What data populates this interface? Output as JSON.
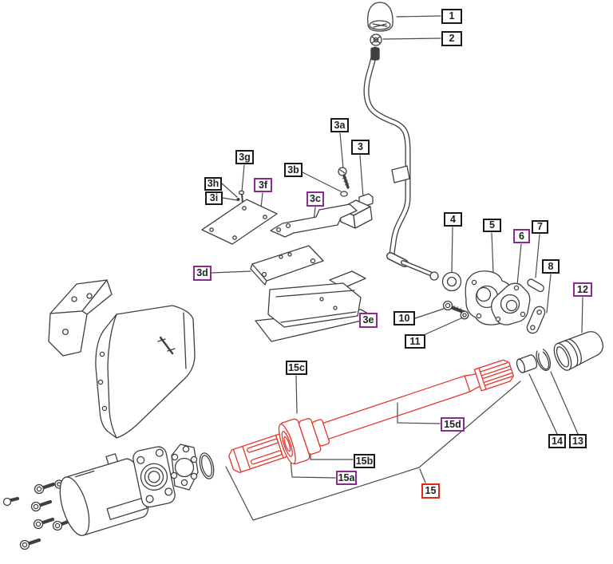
{
  "diagram": {
    "background_color": "#ffffff",
    "line_color": "#3f3f3f",
    "leader_color": "#4a4a4a",
    "highlight_color": "#e8332a",
    "callout_border_colors": {
      "black": "#1a1a1a",
      "purple": "#8a2b8e",
      "red": "#e0271f"
    },
    "callouts": [
      {
        "text": "1",
        "variant": "black"
      },
      {
        "text": "2",
        "variant": "black"
      },
      {
        "text": "3a",
        "variant": "black"
      },
      {
        "text": "3",
        "variant": "black"
      },
      {
        "text": "3b",
        "variant": "black"
      },
      {
        "text": "3g",
        "variant": "black"
      },
      {
        "text": "3h",
        "variant": "black"
      },
      {
        "text": "3i",
        "variant": "black"
      },
      {
        "text": "3f",
        "variant": "purple"
      },
      {
        "text": "3c",
        "variant": "purple"
      },
      {
        "text": "3d",
        "variant": "purple"
      },
      {
        "text": "3e",
        "variant": "purple"
      },
      {
        "text": "4",
        "variant": "black"
      },
      {
        "text": "5",
        "variant": "black"
      },
      {
        "text": "6",
        "variant": "purple"
      },
      {
        "text": "7",
        "variant": "black"
      },
      {
        "text": "8",
        "variant": "black"
      },
      {
        "text": "10",
        "variant": "black"
      },
      {
        "text": "11",
        "variant": "black"
      },
      {
        "text": "12",
        "variant": "purple"
      },
      {
        "text": "13",
        "variant": "black"
      },
      {
        "text": "14",
        "variant": "black"
      },
      {
        "text": "15c",
        "variant": "black"
      },
      {
        "text": "15d",
        "variant": "purple"
      },
      {
        "text": "15b",
        "variant": "black"
      },
      {
        "text": "15a",
        "variant": "purple"
      },
      {
        "text": "15",
        "variant": "red"
      }
    ]
  }
}
